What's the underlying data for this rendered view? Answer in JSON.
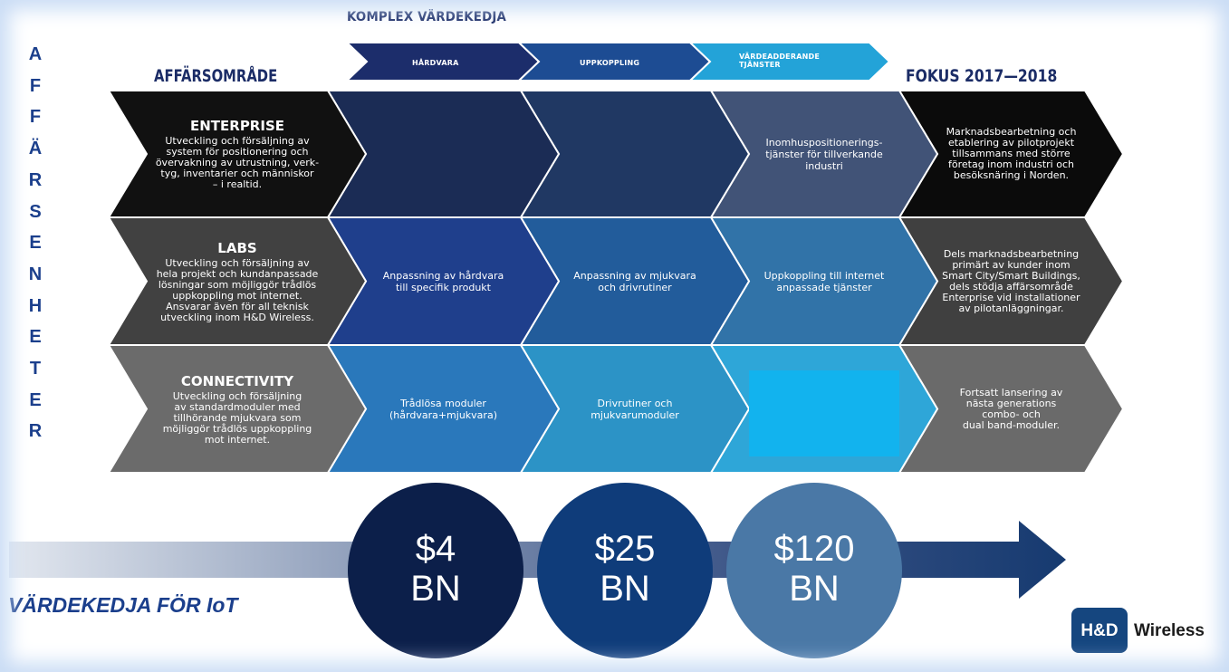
{
  "vertical_label": [
    "A",
    "F",
    "F",
    "Ä",
    "R",
    "S",
    "E",
    "N",
    "H",
    "E",
    "T",
    "E",
    "R"
  ],
  "header": {
    "komplex": "KOMPLEX VÄRDEKEDJA",
    "affarsomrade": "AFFÄRSOMRÅDE",
    "fokus": "FOKUS 2017—2018"
  },
  "value_chain_arrows": [
    {
      "label": "HÅRDVARA",
      "color": "#1c2d6b"
    },
    {
      "label": "UPPKOPPLING",
      "color": "#1d4c93"
    },
    {
      "label": "VÄRDEADDERANDE\nTJÄNSTER",
      "color": "#23a3d8"
    }
  ],
  "rows": [
    {
      "area_title": "ENTERPRISE",
      "area_desc": "Utveckling och försäljning av\nsystem för positionering och\növervakning av utrustning, verk-\ntyg, inventarier och människor\n– i realtid.",
      "cells": [
        "",
        "",
        "Inomhuspositionerings-\ntjänster för tillverkande\nindustri"
      ],
      "fokus": "Marknadsbearbetning och\netablering av pilotprojekt\ntillsammans med större\nföretag inom industri och\nbesöksnäring i Norden.",
      "colors": {
        "area": "#111111",
        "c1": "#1b2c55",
        "c2": "#203863",
        "c3": "#415377",
        "fokus": "#0b0b0b"
      }
    },
    {
      "area_title": "LABS",
      "area_desc": "Utveckling och försäljning av\nhela projekt och kundanpassade\nlösningar som möjliggör trådlös\nuppkoppling mot internet.\nAnsvarar även för all teknisk\nutveckling inom H&D Wireless.",
      "cells": [
        "Anpassning av hårdvara\ntill specifik produkt",
        "Anpassning av mjukvara\noch drivrutiner",
        "Uppkoppling till internet\nanpassade tjänster"
      ],
      "fokus": "Dels marknadsbearbetning\nprimärt av kunder inom\nSmart City/Smart Buildings,\ndels stödja affärsområde\nEnterprise vid installationer\nav pilotanläggningar.",
      "colors": {
        "area": "#414141",
        "c1": "#1f3f8c",
        "c2": "#225c9b",
        "c3": "#3173a8",
        "fokus": "#404040"
      }
    },
    {
      "area_title": "CONNECTIVITY",
      "area_desc": "Utveckling och försäljning\nav standardmoduler med\ntillhörande mjukvara som\nmöjliggör trådlös uppkoppling\nmot internet.",
      "cells": [
        "Trådlösa moduler\n(hårdvara+mjukvara)",
        "Drivrutiner och\nmjukvarumoduler",
        ""
      ],
      "fokus": "Fortsatt lansering av\nnästa generations\ncombo- och\ndual band-moduler.",
      "colors": {
        "area": "#6b6b6b",
        "c1": "#2a78bb",
        "c2": "#2c93c6",
        "c3": "#2ea6d8",
        "fokus": "#6a6a6a"
      }
    }
  ],
  "highlight_box_color": "#12b3ee",
  "market_values": [
    {
      "amount": "$4",
      "unit": "BN",
      "color": "#0c1f4a"
    },
    {
      "amount": "$25",
      "unit": "BN",
      "color": "#0f3c7a"
    },
    {
      "amount": "$120",
      "unit": "BN",
      "color": "#4a78a6"
    }
  ],
  "bottom_label": "VÄRDEKEDJA FÖR IoT",
  "logo": {
    "badge": "H&D",
    "name": "Wireless"
  }
}
